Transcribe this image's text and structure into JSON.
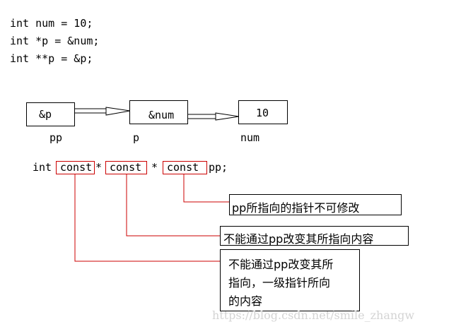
{
  "code": {
    "line1": "int num = 10;",
    "line2": "int *p = &num;",
    "line3": "int **p = &p;"
  },
  "diagram": {
    "box_pp_value": "&p",
    "box_p_value": "&num",
    "box_num_value": "10",
    "label_pp": "pp",
    "label_p": "p",
    "label_num": "num"
  },
  "declaration": {
    "int_kw": "int",
    "const1": "const",
    "star1": "*",
    "const2": "const",
    "star2": "*",
    "const3": "const",
    "tail": "pp;"
  },
  "annotations": {
    "note1": "pp所指向的指针不可修改",
    "note2": "不能通过pp改变其所指向内容",
    "note3_line1": "不能通过pp改变其所",
    "note3_line2": "指向，一级指针所向",
    "note3_line3": "的内容"
  },
  "watermark": "https://blog.csdn.net/smile_zhangw",
  "colors": {
    "highlight": "#cc0000",
    "watermark": "#d4d4d4"
  }
}
